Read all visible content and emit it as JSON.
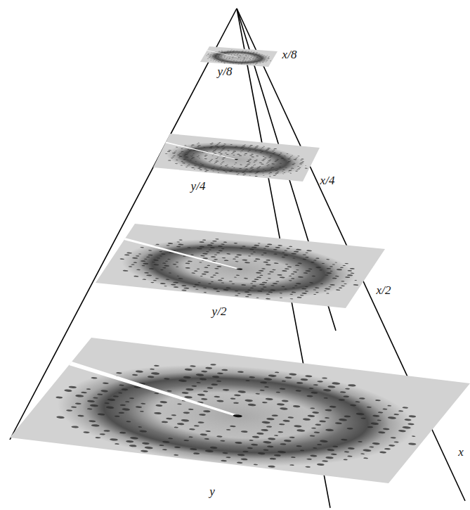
{
  "diagram": {
    "labels": [
      "x/8",
      "y/8",
      "x/4",
      "y/4",
      "x/2",
      "y/2",
      "x",
      "y"
    ]
  }
}
